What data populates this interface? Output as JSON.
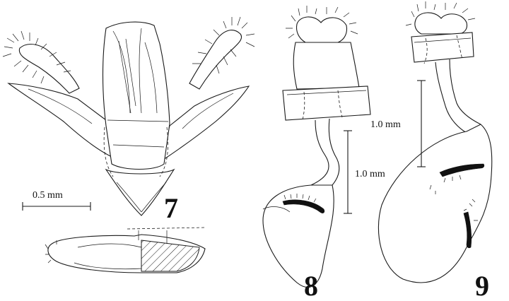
{
  "figures": [
    {
      "number": "7"
    },
    {
      "number": "8"
    },
    {
      "number": "9"
    }
  ],
  "scale_bars": [
    {
      "label": "0.5 mm"
    },
    {
      "label": "1.0 mm"
    },
    {
      "label": "1.0 mm"
    }
  ],
  "colors": {
    "ink": "#1a1a1a",
    "paper": "#ffffff"
  }
}
